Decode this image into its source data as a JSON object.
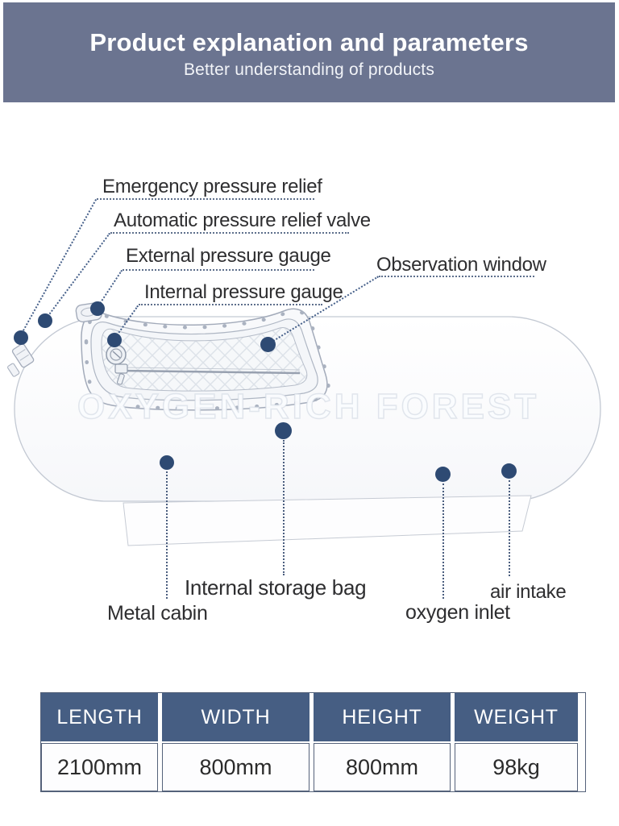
{
  "header": {
    "title": "Product explanation and parameters",
    "subtitle": "Better understanding of products"
  },
  "diagram": {
    "watermark": "OXYGEN-RICH FOREST",
    "labels": {
      "emergency_pressure_relief": "Emergency pressure relief",
      "automatic_pressure_relief_valve": "Automatic pressure relief valve",
      "external_pressure_gauge": "External pressure gauge",
      "internal_pressure_gauge": "Internal pressure gauge",
      "observation_window": "Observation window",
      "internal_storage_bag": "Internal storage bag",
      "metal_cabin": "Metal cabin",
      "oxygen_inlet": "oxygen inlet",
      "air_intake": "air intake"
    },
    "colors": {
      "banner": "#6b7490",
      "marker_dot": "#2e4a73",
      "table_header": "#465e83"
    }
  },
  "table": {
    "columns": [
      {
        "label": "LENGTH",
        "value": "2100mm"
      },
      {
        "label": "WIDTH",
        "value": "800mm"
      },
      {
        "label": "HEIGHT",
        "value": "800mm"
      },
      {
        "label": "WEIGHT",
        "value": "98kg"
      }
    ]
  }
}
